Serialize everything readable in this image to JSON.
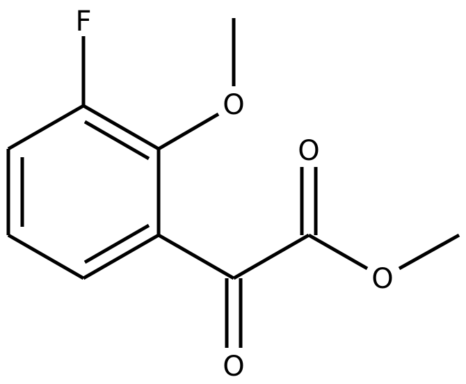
{
  "atoms": {
    "fluorine": "F",
    "methoxy_oxygen": "O",
    "ketone_oxygen": "O",
    "carbonyl_oxygen": "O",
    "ester_oxygen": "O"
  },
  "colors": {
    "bond": "#000000",
    "label": "#000000",
    "background": "#ffffff"
  }
}
